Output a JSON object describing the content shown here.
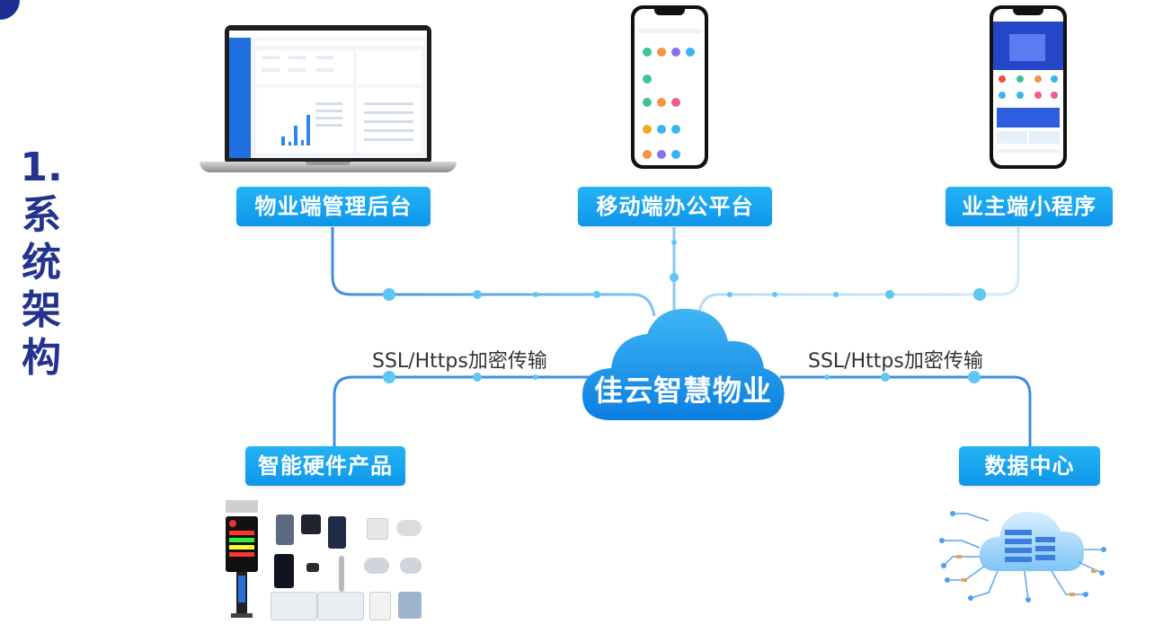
{
  "title": {
    "lines": [
      "1.",
      "系",
      "统",
      "架",
      "构"
    ]
  },
  "nodes": {
    "admin": "物业端管理后台",
    "mobile": "移动端办公平台",
    "owner": "业主端小程序",
    "hardware": "智能硬件产品",
    "datacenter": "数据中心"
  },
  "center": "佳云智慧物业",
  "links": {
    "left": "SSL/Https加密传输",
    "right": "SSL/Https加密传输"
  },
  "colors": {
    "accent": "#0e96ea",
    "title": "#23338f",
    "line": "#4aa3e8",
    "dot": "#5fc6f2"
  },
  "icons": [
    "laptop-icon",
    "phone-icon",
    "cloud-icon",
    "hardware-devices-icon",
    "data-center-icon"
  ]
}
